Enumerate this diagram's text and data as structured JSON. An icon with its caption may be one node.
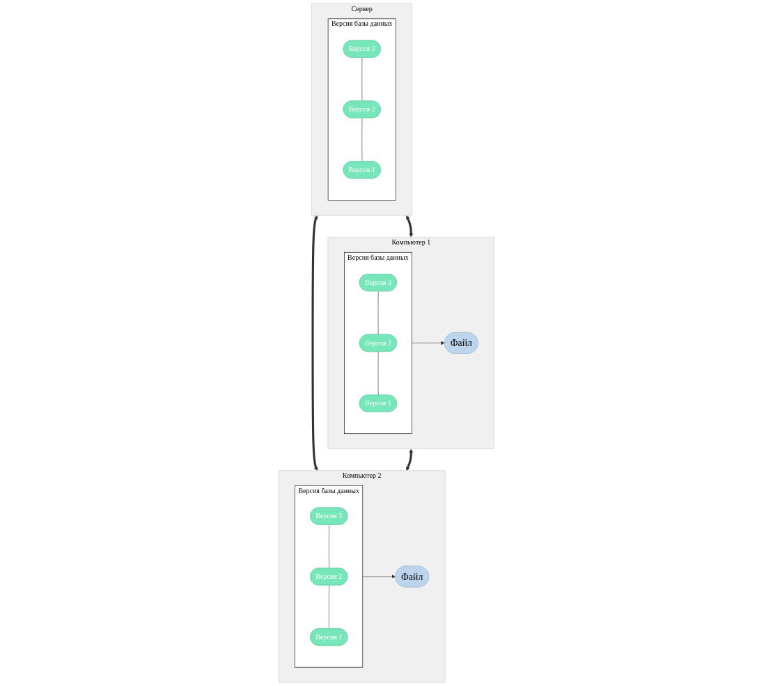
{
  "diagram": {
    "nodes": [
      {
        "text": [
          "Сервер"
        ]
      },
      {
        "text": [
          "Версия базы данных"
        ],
        "in": 0
      },
      {
        "text": [
          "Версия 3"
        ],
        "in": 1
      },
      {
        "text": [
          "Версия 2"
        ],
        "in": 1
      },
      {
        "text": [
          "Версия 1"
        ],
        "in": 1
      },
      {
        "text": [
          "Компьютер 1"
        ]
      },
      {
        "text": [
          "Файл"
        ],
        "in": 5
      },
      {
        "text": [
          "Версия базы данных"
        ],
        "in": 5
      },
      {
        "text": [
          "Версия 3"
        ],
        "in": 7
      },
      {
        "text": [
          "Версия 2"
        ],
        "in": 7
      },
      {
        "text": [
          "Версия 1"
        ],
        "in": 7
      },
      {
        "text": [
          "Компьютер 2"
        ]
      },
      {
        "text": [
          "Файл"
        ],
        "in": 11
      },
      {
        "text": [
          "Версия базы данных"
        ],
        "in": 11
      },
      {
        "text": [
          "Версия 3"
        ],
        "in": 13
      },
      {
        "text": [
          "Версия 2"
        ],
        "in": 13
      },
      {
        "text": [
          "Версия 1"
        ],
        "in": 13
      }
    ],
    "edges": [
      {
        "from": 2,
        "to": 3,
        "arrow": "none"
      },
      {
        "from": 3,
        "to": 4,
        "arrow": "none"
      },
      {
        "from": 0,
        "to": 5,
        "arrow": "both",
        "style": "thick"
      },
      {
        "from": 0,
        "to": 11,
        "arrow": "both",
        "style": "thick"
      },
      {
        "from": 7,
        "to": 6,
        "arrow": "to"
      },
      {
        "from": 8,
        "to": 9,
        "arrow": "none"
      },
      {
        "from": 9,
        "to": 10,
        "arrow": "none"
      },
      {
        "from": 13,
        "to": 12,
        "arrow": "to"
      },
      {
        "from": 14,
        "to": 15,
        "arrow": "none"
      },
      {
        "from": 15,
        "to": 16,
        "arrow": "none"
      },
      {
        "from": 5,
        "to": 11,
        "arrow": "both",
        "style": "thick"
      }
    ]
  }
}
